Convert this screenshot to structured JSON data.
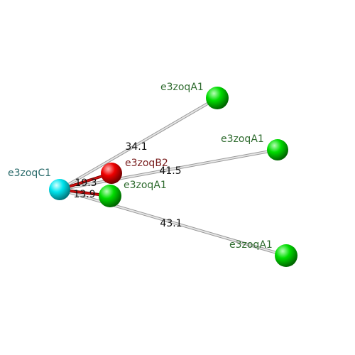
{
  "center": {
    "label": "e3zoqC1",
    "color": "#00e5ee",
    "label_color": "#2a6b6b"
  },
  "nodes": [
    {
      "id": "n1",
      "label": "e3zoqA1",
      "color": "#00dd00",
      "label_color": "#2e6b2e"
    },
    {
      "id": "n2",
      "label": "e3zoqA1",
      "color": "#00dd00",
      "label_color": "#2e6b2e"
    },
    {
      "id": "n3",
      "label": "e3zoqB2",
      "color": "#ee0000",
      "label_color": "#7a2020"
    },
    {
      "id": "n4",
      "label": "e3zoqA1",
      "color": "#00dd00",
      "label_color": "#2e6b2e"
    },
    {
      "id": "n5",
      "label": "e3zoqA1",
      "color": "#00dd00",
      "label_color": "#2e6b2e"
    }
  ],
  "edges": [
    {
      "to": "n1",
      "value": "34.1",
      "color": "#c0c0c0"
    },
    {
      "to": "n2",
      "value": "41.5",
      "color": "#c0c0c0"
    },
    {
      "to": "n3",
      "value": "19.3",
      "color": "#c00000"
    },
    {
      "to": "n4",
      "value": "13.9",
      "color": "#c00000"
    },
    {
      "to": "n5",
      "value": "43.1",
      "color": "#c0c0c0"
    }
  ]
}
